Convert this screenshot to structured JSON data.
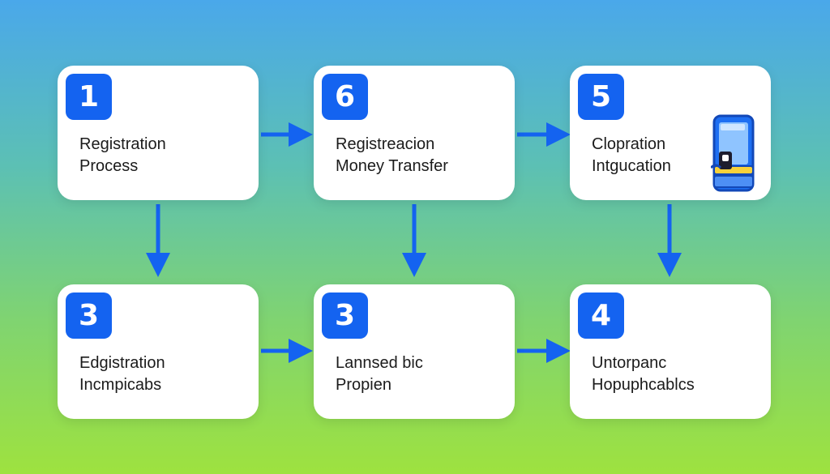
{
  "colors": {
    "accent": "#1463f0",
    "card": "#ffffff"
  },
  "steps": [
    {
      "number": "1",
      "line1": "Registration",
      "line2": "Process"
    },
    {
      "number": "6",
      "line1": "Registreacion",
      "line2": "Money Transfer"
    },
    {
      "number": "5",
      "line1": "Clopration",
      "line2": "Intgucation",
      "icon": "mobile-phone-icon"
    },
    {
      "number": "3",
      "line1": "Edgistration",
      "line2": "Incmpicabs"
    },
    {
      "number": "3",
      "line1": "Lannsed bic",
      "line2": "Propien"
    },
    {
      "number": "4",
      "line1": "Untorpanc",
      "line2": "Hopuphcablcs"
    }
  ]
}
